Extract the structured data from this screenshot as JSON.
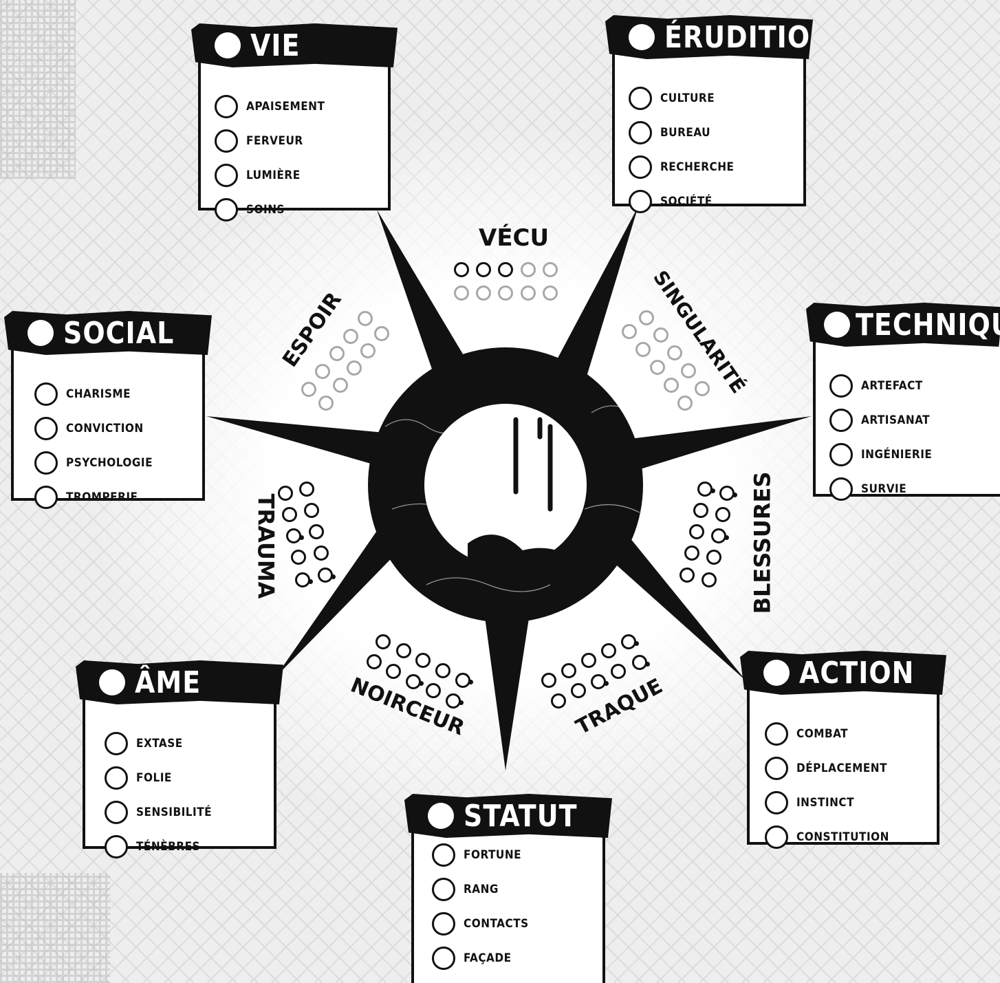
{
  "cards": {
    "vie": {
      "title": "VIE",
      "skills": [
        "APAISEMENT",
        "FERVEUR",
        "LUMIÈRE",
        "SOINS"
      ]
    },
    "erudition": {
      "title": "ÉRUDITION",
      "skills": [
        "CULTURE",
        "BUREAU",
        "RECHERCHE",
        "SOCIÉTÉ"
      ]
    },
    "social": {
      "title": "SOCIAL",
      "skills": [
        "CHARISME",
        "CONVICTION",
        "PSYCHOLOGIE",
        "TROMPERIE"
      ]
    },
    "technique": {
      "title": "TECHNIQUE",
      "skills": [
        "ARTEFACT",
        "ARTISANAT",
        "INGÉNIERIE",
        "SURVIE"
      ]
    },
    "ame": {
      "title": "ÂME",
      "skills": [
        "EXTASE",
        "FOLIE",
        "SENSIBILITÉ",
        "TÉNÈBRES"
      ]
    },
    "action": {
      "title": "ACTION",
      "skills": [
        "COMBAT",
        "DÉPLACEMENT",
        "INSTINCT",
        "CONSTITUTION"
      ]
    },
    "statut": {
      "title": "STATUT",
      "skills": [
        "FORTUNE",
        "RANG",
        "CONTACTS",
        "FAÇADE"
      ]
    }
  },
  "tracks": {
    "vecu": {
      "label": "VÉCU",
      "filled": 3,
      "total": 10
    },
    "espoir": {
      "label": "ESPOIR",
      "total": 10
    },
    "singularite": {
      "label": "SINGULARITÉ",
      "total": 10
    },
    "trauma": {
      "label": "TRAUMA",
      "total": 10
    },
    "blessures": {
      "label": "BLESSURES",
      "total": 10
    },
    "noirceur": {
      "label": "NOIRCEUR",
      "total": 10
    },
    "traque": {
      "label": "TRAQUE",
      "total": 10
    }
  },
  "colors": {
    "ink": "#111111",
    "paper": "#ffffff",
    "faded": "#a8a8a8"
  }
}
